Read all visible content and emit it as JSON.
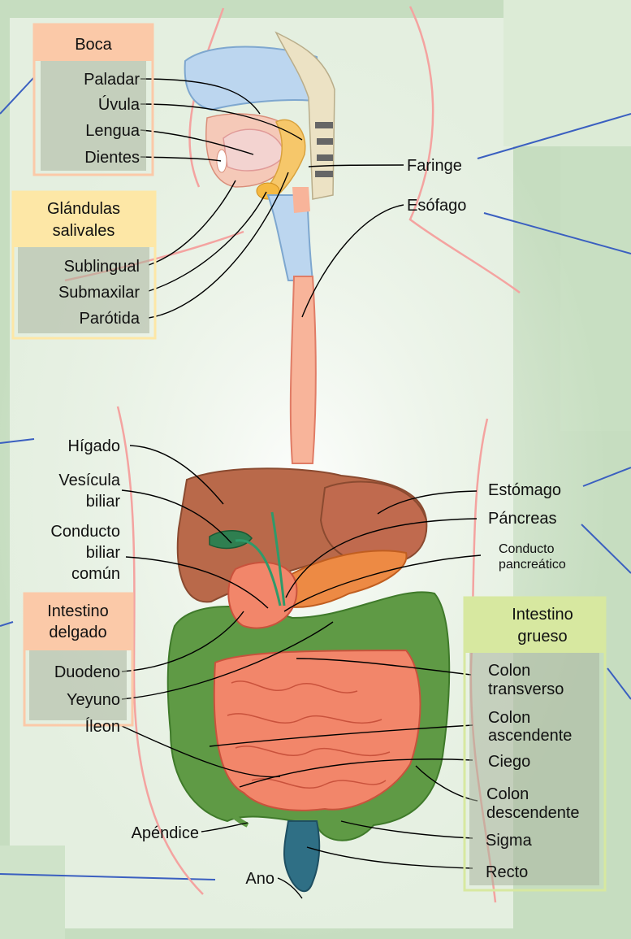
{
  "groups": {
    "boca": "Boca",
    "glandulas": [
      "Glándulas",
      "salivales"
    ],
    "delgado": [
      "Intestino",
      "delgado"
    ],
    "grueso": [
      "Intestino",
      "grueso"
    ]
  },
  "labels": {
    "paladar": "Paladar",
    "uvula": "Úvula",
    "lengua": "Lengua",
    "dientes": "Dientes",
    "sublingual": "Sublingual",
    "submaxilar": "Submaxilar",
    "parotida": "Parótida",
    "faringe": "Faringe",
    "esofago": "Esófago",
    "higado": "Hígado",
    "vesicula": [
      "Vesícula",
      "biliar"
    ],
    "conducto_biliar": [
      "Conducto",
      "biliar",
      "común"
    ],
    "estomago": "Estómago",
    "pancreas": "Páncreas",
    "conducto_pancreatico": [
      "Conducto",
      "pancreático"
    ],
    "duodeno": "Duodeno",
    "yeyuno": "Yeyuno",
    "ileon": "Íleon",
    "colon_transverso": [
      "Colon",
      "transverso"
    ],
    "colon_ascendente": [
      "Colon",
      "ascendente"
    ],
    "ciego": "Ciego",
    "colon_descendente": [
      "Colon",
      "descendente"
    ],
    "sigma": "Sigma",
    "recto": "Recto",
    "apendice": "Apéndice",
    "ano": "Ano"
  },
  "colors": {
    "background": "#dfeedb",
    "boca_header": "#fbc9a8",
    "glandulas_header": "#fde7a6",
    "grueso_header": "#d7e8a0",
    "box_body": "#a9b59f",
    "liver": "#b9694a",
    "stomach": "#c06a4e",
    "pancreas": "#ed8a44",
    "small_intestine": "#f2866a",
    "large_intestine": "#5f9a45",
    "esophagus": "#f8b49a",
    "rectum": "#2f6f85",
    "leader_line": "#000000",
    "pointer_line": "#3a5fc0"
  }
}
